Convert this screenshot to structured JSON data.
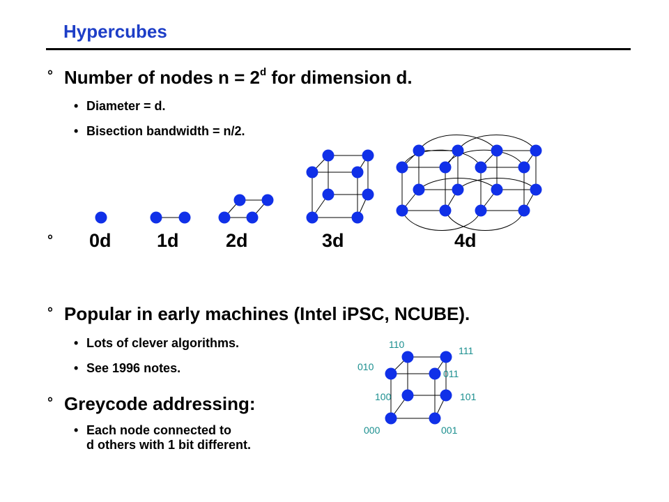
{
  "title": "Hypercubes",
  "bullet_symbol": "°",
  "sections": {
    "nodes": {
      "text_before": "Number of nodes n = 2",
      "superscript": "d",
      "text_after": " for dimension d.",
      "subitems": [
        "Diameter = d.",
        "Bisection bandwidth = n/2."
      ]
    },
    "dimensions": [
      "0d",
      "1d",
      "2d",
      "3d",
      "4d"
    ],
    "popular": {
      "text": "Popular in early machines (Intel iPSC, NCUBE).",
      "subitems": [
        "Lots of clever algorithms.",
        "See 1996 notes."
      ]
    },
    "greycode": {
      "text": "Greycode addressing:",
      "subitem_lines": [
        "Each node connected to",
        "d others with 1 bit different."
      ]
    }
  },
  "greycode_labels": [
    "000",
    "001",
    "100",
    "101",
    "010",
    "011",
    "110",
    "111"
  ],
  "colors": {
    "title": "#1d3ec7",
    "node": "#1030e8",
    "label": "#1b8f8f",
    "rule": "#000000"
  }
}
